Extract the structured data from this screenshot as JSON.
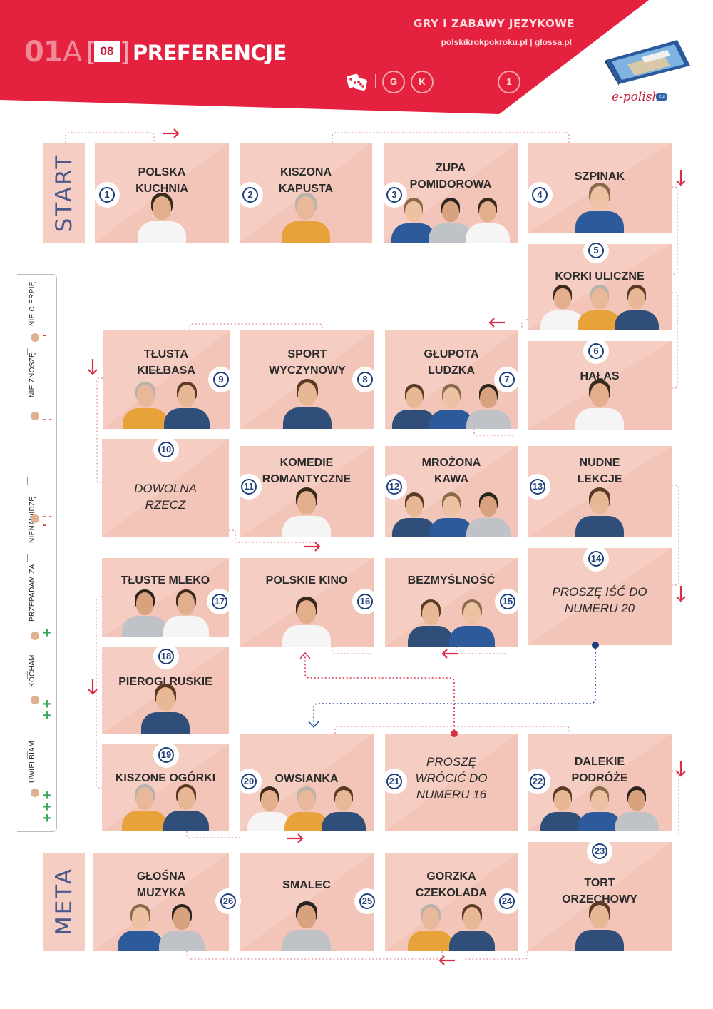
{
  "header": {
    "level": "01",
    "level_letter": "A",
    "unit": "08",
    "title": "PREFERENCJE",
    "series_title": "GRY I ZABAWY JĘZYKOWE",
    "site": "polskikrokpokroku.pl | glossa.pl",
    "icons": [
      "dice-icon"
    ],
    "badges": [
      "G",
      "K"
    ],
    "page_badge": "1",
    "logo_text": "e-polish",
    "logo_badge": "eu"
  },
  "colors": {
    "header_red": "#e4213f",
    "tile": "#f6cdc2",
    "number_blue": "#1f3f7a",
    "arrow_red": "#d9304a",
    "path_blue": "#2a4fa0"
  },
  "board": {
    "start_label": "START",
    "finish_label": "META",
    "tiles": [
      {
        "n": "1",
        "text": "POLSKA KUCHNIA",
        "people": 1
      },
      {
        "n": "2",
        "text": "KISZONA KAPUSTA",
        "people": 1
      },
      {
        "n": "3",
        "text": "ZUPA POMIDOROWA",
        "people": 3
      },
      {
        "n": "4",
        "text": "SZPINAK",
        "people": 1
      },
      {
        "n": "5",
        "text": "KORKI ULICZNE",
        "people": 3
      },
      {
        "n": "6",
        "text": "HAŁAS",
        "people": 1
      },
      {
        "n": "7",
        "text": "GŁUPOTA LUDZKA",
        "people": 3
      },
      {
        "n": "8",
        "text": "SPORT WYCZYNOWY",
        "people": 1
      },
      {
        "n": "9",
        "text": "TŁUSTA KIEŁBASA",
        "people": 2
      },
      {
        "n": "10",
        "text": "DOWOLNA RZECZ",
        "people": 0
      },
      {
        "n": "11",
        "text": "KOMEDIE ROMANTYCZNE",
        "people": 1
      },
      {
        "n": "12",
        "text": "MROŻONA KAWA",
        "people": 3
      },
      {
        "n": "13",
        "text": "NUDNE LEKCJE",
        "people": 1
      },
      {
        "n": "14",
        "text": "PROSZĘ IŚĆ DO NUMERU 20",
        "people": 0
      },
      {
        "n": "15",
        "text": "BEZMYŚLNOŚĆ",
        "people": 2
      },
      {
        "n": "16",
        "text": "POLSKIE KINO",
        "people": 1
      },
      {
        "n": "17",
        "text": "TŁUSTE MLEKO",
        "people": 2
      },
      {
        "n": "18",
        "text": "PIEROGI RUSKIE",
        "people": 1
      },
      {
        "n": "19",
        "text": "KISZONE OGÓRKI",
        "people": 2
      },
      {
        "n": "20",
        "text": "OWSIANKA",
        "people": 3
      },
      {
        "n": "21",
        "text": "PROSZĘ WRÓCIĆ DO NUMERU 16",
        "people": 0
      },
      {
        "n": "22",
        "text": "DALEKIE PODRÓŻE",
        "people": 3
      },
      {
        "n": "23",
        "text": "TORT ORZECHOWY",
        "people": 1
      },
      {
        "n": "24",
        "text": "GORZKA CZEKOLADA",
        "people": 2
      },
      {
        "n": "25",
        "text": "SMALEC",
        "people": 1
      },
      {
        "n": "26",
        "text": "GŁOŚNA MUZYKA",
        "people": 2
      }
    ]
  },
  "legend": [
    {
      "label": "UWIELBIAM",
      "symbol": "+++"
    },
    {
      "label": "KOCHAM",
      "symbol": "++"
    },
    {
      "label": "PRZEPADAM ZA",
      "symbol": "+"
    },
    {
      "label": "NIENAWIDZĘ",
      "symbol": "- - -"
    },
    {
      "label": "NIE ZNOSZĘ",
      "symbol": "- -"
    },
    {
      "label": "NIE CIERPIĘ",
      "symbol": "-"
    }
  ]
}
